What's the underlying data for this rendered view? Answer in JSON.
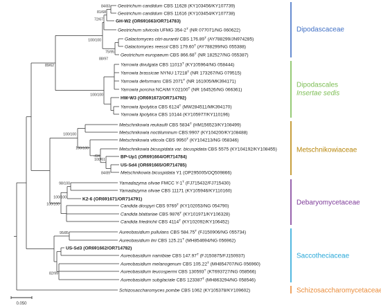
{
  "colors": {
    "dipodascaceae": "#3f6fc5",
    "dipodascales_insertae": "#7cbd53",
    "metschnikowiaceae": "#b8860b",
    "debaryomycetaceae": "#7d3a98",
    "saccotheciaceae": "#27a7d8",
    "schizosaccharomycetaceae": "#e98c3a"
  },
  "taxa": [
    {
      "species": "Geotrichum candidum",
      "strain": "CBS 11628",
      "type": "",
      "acc": "(KY103456/KY107739)",
      "bold": false
    },
    {
      "species": "Geotrichum candidum",
      "strain": "CBS 11616",
      "type": "",
      "acc": "(KY103454/KY107738)",
      "bold": false
    },
    {
      "species": "",
      "strain": "GH-W2",
      "type": "",
      "acc": "(OR691663/OR714783)",
      "bold": true
    },
    {
      "species": "Geotrichum silvicola",
      "strain": "UFMG 354-2",
      "type": "T",
      "acc": "(NR 077071/NG 060622)",
      "bold": false
    },
    {
      "species": "Galactomyces citri-aurantii",
      "strain": "CBS 176.89",
      "type": "T",
      "acc": "(AY788299/JN974285)",
      "bold": false
    },
    {
      "species": "Galactomyces reessii",
      "strain": "CBS 179.60",
      "type": "T",
      "acc": "(AY788299/NG 055388)",
      "bold": false
    },
    {
      "species": "Geotrichum europaeum",
      "strain": "CBS 866.68",
      "type": "T",
      "acc": "(NR 182527/NG 055387)",
      "bold": false
    },
    {
      "species": "Yarrowia divulgata",
      "strain": "CBS 11013",
      "type": "T",
      "acc": "(KY105964/NG 058444)",
      "bold": false
    },
    {
      "species": "Yarrowia brassicae",
      "strain": "NYNU 17218",
      "type": "T",
      "acc": "(NR 173267/NG 079515)",
      "bold": false
    },
    {
      "species": "Yarrowia deformans",
      "strain": "CBS 2071",
      "type": "T",
      "acc": "(NR 161005/MK394171)",
      "bold": false
    },
    {
      "species": "Yarrowia porcina",
      "strain": "NCAIM Y.02100",
      "type": "T",
      "acc": "(NR 164526/NG 066361)",
      "bold": false
    },
    {
      "species": "",
      "strain": "HW-W3",
      "type": "",
      "acc": "(OR691672/OR714792)",
      "bold": true
    },
    {
      "species": "Yarrowia lipolytica",
      "strain": "CBS 6124",
      "type": "T",
      "acc": "(MW284511/MK394170)",
      "bold": false
    },
    {
      "species": "Yarrowia lipolytica",
      "strain": "CBS 10144",
      "type": "",
      "acc": "(KY105977/KY110196)",
      "bold": false
    },
    {
      "species": "Metschnikowia reukaufii",
      "strain": "CBS 5834",
      "type": "T",
      "acc": "(HM156523/KY108499)",
      "bold": false
    },
    {
      "species": "Metschnikowia noctiluminum",
      "strain": "CBS:9907",
      "type": "",
      "acc": "(KY104200/KY108488)",
      "bold": false
    },
    {
      "species": "Metschnikowia viticola",
      "strain": "CBS 9950",
      "type": "T",
      "acc": "(KY104213/NG 058346)",
      "bold": false
    },
    {
      "species": "Metschnikowia bicuspidata var. bicuspidata",
      "strain": "CBS 5575",
      "type": "",
      "acc": "(KY104192/KY108455)",
      "bold": false
    },
    {
      "species": "",
      "strain": "BP-Up1",
      "type": "",
      "acc": "(OR691664/OR714784)",
      "bold": true
    },
    {
      "species": "",
      "strain": "US-Sd4",
      "type": "",
      "acc": "(OR691665/OR714785)",
      "bold": true
    },
    {
      "species": "Metschnikowia bicuspidata",
      "strain": "Y1",
      "type": "",
      "acc": "(OP295005/OQ509866)",
      "bold": false
    },
    {
      "species": "Yamadazyma olivae",
      "strain": "FMCC Y-1",
      "type": "T",
      "acc": "(FJ715432/FJ715430)",
      "bold": false
    },
    {
      "species": "Yamadazyma olivae",
      "strain": "CBS 11171",
      "type": "",
      "acc": "(KY105946/KY110160)",
      "bold": false
    },
    {
      "species": "",
      "strain": "K2-6",
      "type": "",
      "acc": "(OR691671/OR714791)",
      "bold": true
    },
    {
      "species": "Candida diospyri",
      "strain": "CBS 9769",
      "type": "T",
      "acc": "(KY102053/NG 054790)",
      "bold": false
    },
    {
      "species": "Candida blattariae",
      "strain": "CBS 9876",
      "type": "T",
      "acc": "(KY101971/KY106328)",
      "bold": false
    },
    {
      "species": "Candida friedrichii",
      "strain": "CBS 4114",
      "type": "T",
      "acc": "(KY102092/KY106452)",
      "bold": false
    },
    {
      "species": "Aureobasidium pullulans",
      "strain": "CBS 584.75",
      "type": "T",
      "acc": "(FJ150906/NG 055734)",
      "bold": false
    },
    {
      "species": "Aureobasidium lini",
      "strain": "CBS 125.21",
      "type": "T",
      "acc": "(MH854694/NG 056962)",
      "bold": false
    },
    {
      "species": "",
      "strain": "US-Sd3",
      "type": "",
      "acc": "(OR691662/OR714782)",
      "bold": true
    },
    {
      "species": "Aureobasidium namibiae",
      "strain": "CBS 147.97",
      "type": "T",
      "acc": "(FJ150875/FJ150937)",
      "bold": false
    },
    {
      "species": "Aureobasidium melanogenum",
      "strain": "CBS 105.22",
      "type": "T",
      "acc": "(MH854707/NG 056960)",
      "bold": false
    },
    {
      "species": "Aureobasidium leucospermi",
      "strain": "CBS 130593",
      "type": "T",
      "acc": "(KT693727/NG 058566)",
      "bold": false
    },
    {
      "species": "Aureobasidium subglaciale",
      "strain": "CBS 123387",
      "type": "T",
      "acc": "(MH863294/NG 058546)",
      "bold": false
    },
    {
      "species": "Schizosaccharomyces pombe",
      "strain": "CBS 1062",
      "type": "",
      "acc": "(KY105378/KY109602)",
      "bold": false
    }
  ],
  "supports": [
    "84/83",
    "81/68",
    "72/67",
    "100/100",
    "75/95",
    "88/97",
    "100/100",
    "89/62",
    "100/100",
    "100/100",
    "-/84",
    "100/61",
    "84/89",
    "98/100",
    "100/100",
    "100/100",
    "95/85",
    "82/99"
  ],
  "clades": [
    {
      "lines": [
        "Dipodascaceae"
      ],
      "color_key": "dipodascaceae"
    },
    {
      "lines": [
        "Dipodascales",
        "Insertae sedis"
      ],
      "color_key": "dipodascales_insertae"
    },
    {
      "lines": [
        "Metschnikowiaceae"
      ],
      "color_key": "metschnikowiaceae"
    },
    {
      "lines": [
        "Debaryomycetaceae"
      ],
      "color_key": "debaryomycetaceae"
    },
    {
      "lines": [
        "Saccotheciaceae"
      ],
      "color_key": "saccotheciaceae"
    },
    {
      "lines": [
        "Schizosaccharomycetaceae"
      ],
      "color_key": "schizosaccharomycetaceae"
    }
  ],
  "scale_bar": {
    "label": "0.050"
  }
}
